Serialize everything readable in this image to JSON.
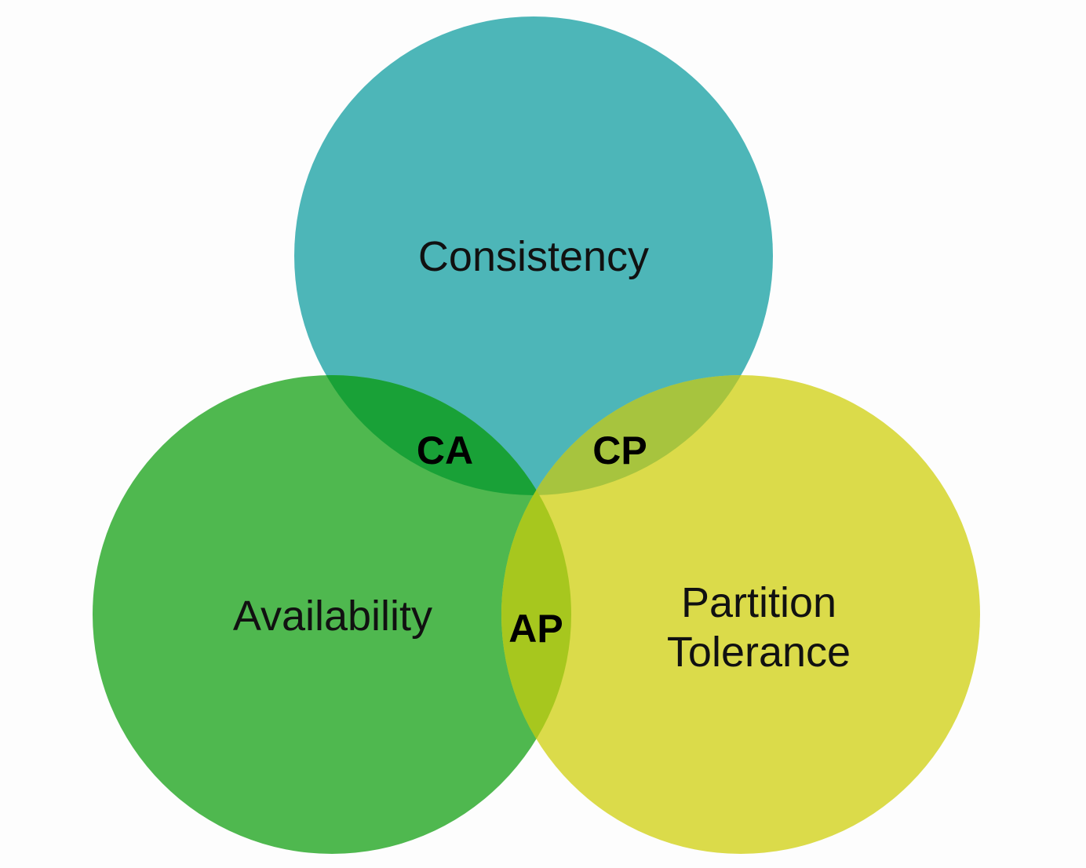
{
  "diagram": {
    "circles": {
      "consistency": {
        "label": "Consistency",
        "color": "#4db6b8"
      },
      "availability": {
        "label": "Availability",
        "color": "#4fb84f"
      },
      "partition": {
        "label_line1": "Partition",
        "label_line2": "Tolerance",
        "color": "#dbdb4a"
      }
    },
    "overlaps": {
      "ca": {
        "label": "CA",
        "color": "#19a137"
      },
      "cp": {
        "label": "CP",
        "color": "#a7c43e"
      },
      "ap": {
        "label": "AP",
        "color": "#a7c71e"
      }
    }
  }
}
